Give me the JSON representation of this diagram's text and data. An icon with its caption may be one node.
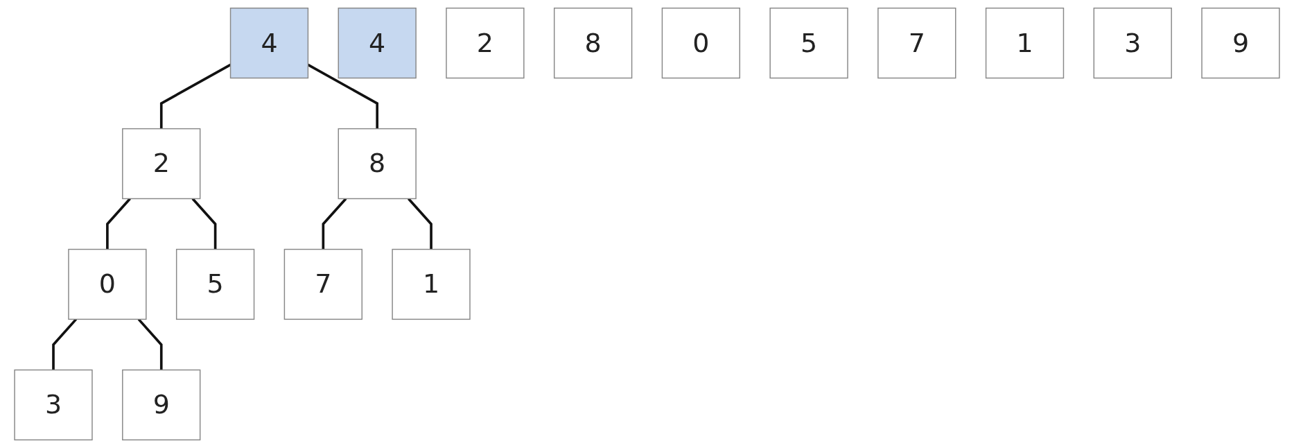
{
  "diagram": {
    "nodes": [
      {
        "text": [
          "4"
        ]
      },
      {
        "text": [
          "2"
        ]
      },
      {
        "text": [
          "8"
        ]
      },
      {
        "text": [
          "0"
        ]
      },
      {
        "text": [
          "5"
        ]
      },
      {
        "text": [
          "7"
        ]
      },
      {
        "text": [
          "1"
        ]
      },
      {
        "text": [
          "3"
        ]
      },
      {
        "text": [
          "9"
        ]
      },
      {
        "text": [
          "4"
        ]
      },
      {
        "text": [
          "2"
        ]
      },
      {
        "text": [
          "8"
        ]
      },
      {
        "text": [
          "0"
        ]
      },
      {
        "text": [
          "5"
        ]
      },
      {
        "text": [
          "7"
        ]
      },
      {
        "text": [
          "1"
        ]
      },
      {
        "text": [
          "3"
        ]
      },
      {
        "text": [
          "9"
        ]
      }
    ],
    "edges": [
      {
        "from": 0,
        "to": 1,
        "arrow": "none"
      },
      {
        "from": 0,
        "to": 2,
        "arrow": "none"
      },
      {
        "from": 1,
        "to": 3,
        "arrow": "none"
      },
      {
        "from": 1,
        "to": 4,
        "arrow": "none"
      },
      {
        "from": 2,
        "to": 5,
        "arrow": "none"
      },
      {
        "from": 2,
        "to": 6,
        "arrow": "none"
      },
      {
        "from": 3,
        "to": 7,
        "arrow": "none"
      },
      {
        "from": 3,
        "to": 8,
        "arrow": "none"
      }
    ]
  }
}
